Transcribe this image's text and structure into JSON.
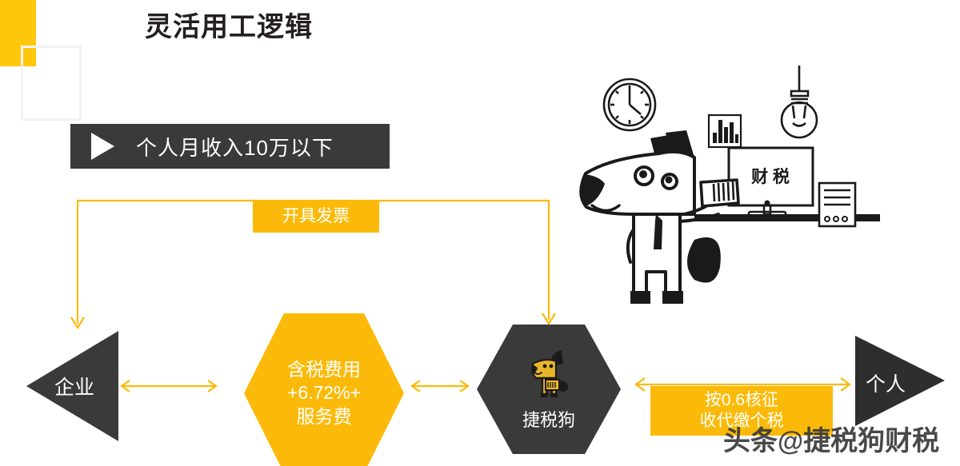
{
  "slide": {
    "title": "灵活用工逻辑",
    "background": "#ffffff",
    "accent_yellow": "#FBBA09",
    "accent_dark": "#3a3a3a"
  },
  "banner": {
    "play_icon": "play-triangle-icon",
    "text": "个人月收入10万以下"
  },
  "flow": {
    "invoice_label": "开具发票",
    "enterprise_node": "企业",
    "fee_hexagon": {
      "line1": "含税费用",
      "line2": "+6.72%+",
      "line3": "服务费"
    },
    "service_hexagon": {
      "caption": "捷税狗",
      "mascot_icon": "dog-mascot-icon"
    },
    "tax_label": {
      "line1": "按0.6核征",
      "line2": "收代缴个税"
    },
    "individual_node": "个人"
  },
  "illustration": {
    "monitor_text": "财 税",
    "icons": [
      "clock-icon",
      "bar-chart-icon",
      "light-bulb-icon",
      "dog-character-icon",
      "monitor-icon",
      "pc-tower-icon",
      "document-icon"
    ]
  },
  "watermark": {
    "platform": "头条",
    "at": "@",
    "account": "捷税狗财税"
  }
}
